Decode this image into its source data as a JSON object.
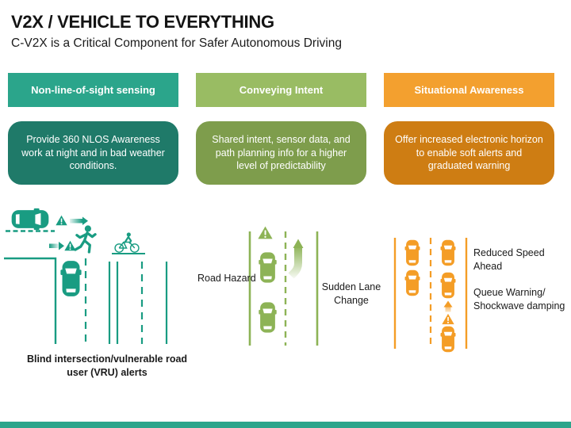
{
  "page": {
    "title": "V2X / VEHICLE TO EVERYTHING",
    "subtitle": "C-V2X is a Critical Component for Safer Autonomous Driving"
  },
  "columns": {
    "nlos": {
      "header": "Non-line-of-sight sensing",
      "description": "Provide 360 NLOS Awareness work at night and in bad weather conditions.",
      "header_color": "#2BA58B",
      "box_color": "#1F7A69",
      "illustration_color": "#199C82",
      "caption": "Blind intersection/vulnerable road user (VRU) alerts",
      "icons": [
        "car-top-icon",
        "warning-triangle-icon",
        "alert-arrow-icon",
        "pedestrian-icon",
        "cyclist-icon",
        "road-lanes"
      ]
    },
    "intent": {
      "header": "Conveying Intent",
      "description": "Shared intent, sensor data, and path planning info for a higher level of predictability",
      "header_color": "#99BC63",
      "box_color": "#7E9D4C",
      "illustration_color": "#8DB356",
      "label_left": "Road Hazard",
      "label_right": "Sudden Lane Change",
      "icons": [
        "warning-triangle-icon",
        "car-top-icon",
        "lane-change-arrow-icon",
        "road-lanes"
      ]
    },
    "awareness": {
      "header": "Situational Awareness",
      "description": "Offer increased electronic horizon to enable soft alerts and graduated warning",
      "header_color": "#F3A02F",
      "box_color": "#CE7D13",
      "illustration_color": "#F49D26",
      "label_top": "Reduced Speed Ahead",
      "label_bottom": "Queue Warning/ Shockwave damping",
      "icons": [
        "car-top-icon",
        "up-arrow-icon",
        "warning-triangle-icon",
        "road-lanes"
      ]
    }
  },
  "footer": {
    "bar_color": "#2BA58B"
  }
}
